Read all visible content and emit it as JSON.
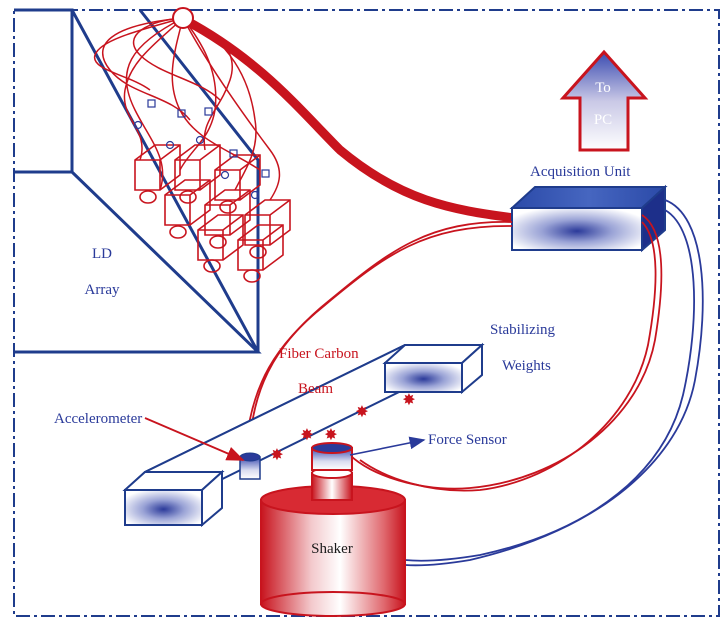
{
  "labels": {
    "to_line1": "To",
    "to_line2": "PC",
    "acquisition_unit": "Acquisition Unit",
    "ld_line1": "LD",
    "ld_line2": "Array",
    "stabilizing_line1": "Stabilizing",
    "stabilizing_line2": "Weights",
    "fiber_line1": "Fiber Carbon",
    "fiber_line2": "Beam",
    "accelerometer": "Accelerometer",
    "force_sensor": "Force Sensor",
    "shaker": "Shaker"
  },
  "colors": {
    "blue": "#2a3a9a",
    "red": "#c8141e",
    "border": "#1f3c8c"
  }
}
